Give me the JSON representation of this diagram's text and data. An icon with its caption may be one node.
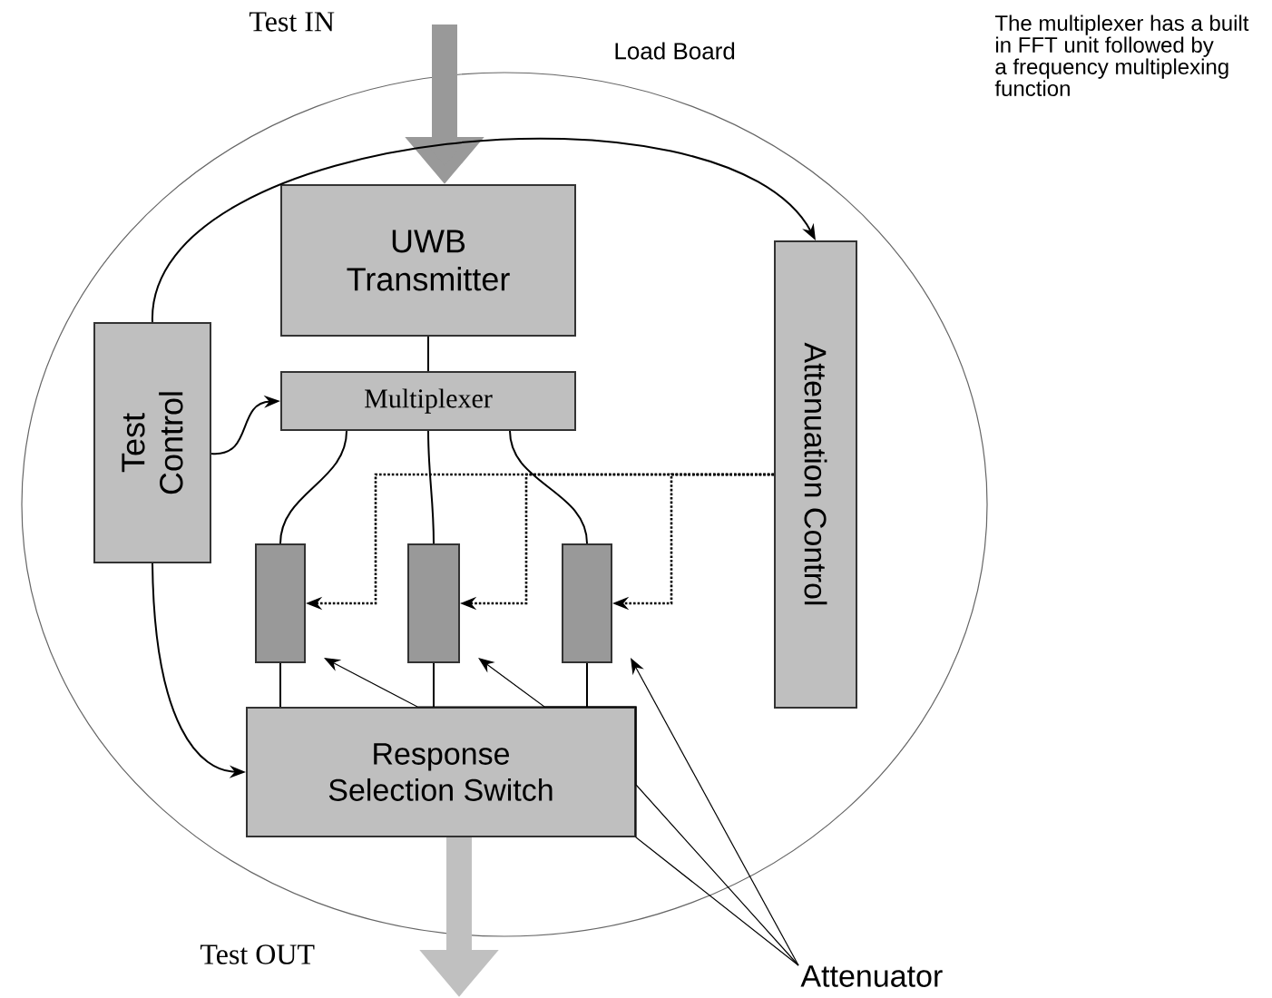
{
  "diagram": {
    "nodes": [
      {
        "text": [
          "Load Board"
        ]
      },
      {
        "text": [
          "UWB Transmitter"
        ],
        "in": 0
      },
      {
        "text": [
          "Test Control"
        ],
        "in": 0
      },
      {
        "text": [
          "Multiplexer"
        ],
        "in": 0
      },
      {
        "text": [
          "Attenuation Control"
        ],
        "in": 0
      },
      {
        "text": [],
        "shape": "box",
        "in": 0
      },
      {
        "text": [],
        "shape": "box",
        "in": 0
      },
      {
        "text": [],
        "shape": "box",
        "in": 0
      },
      {
        "text": [
          "Response Selection Switch"
        ],
        "in": 0
      },
      {
        "text": [
          "Attenuator"
        ]
      }
    ],
    "edges": [
      {
        "from": null,
        "to": 1,
        "arrow": "to",
        "style": "thick",
        "color": "#999999"
      },
      {
        "from": 1,
        "to": 3,
        "arrow": "none"
      },
      {
        "from": 2,
        "to": 4,
        "arrow": "to"
      },
      {
        "from": 2,
        "to": 3,
        "arrow": "to"
      },
      {
        "from": 2,
        "to": 8,
        "arrow": "to"
      },
      {
        "from": 3,
        "to": 5,
        "arrow": "none"
      },
      {
        "from": 3,
        "to": 6,
        "arrow": "none"
      },
      {
        "from": 3,
        "to": 7,
        "arrow": "none"
      },
      {
        "from": 4,
        "to": 5,
        "arrow": "to",
        "style": "dashed"
      },
      {
        "from": 4,
        "to": 6,
        "arrow": "to",
        "style": "dashed"
      },
      {
        "from": 4,
        "to": 7,
        "arrow": "to",
        "style": "dashed"
      },
      {
        "from": 5,
        "to": 8,
        "arrow": "none"
      },
      {
        "from": 6,
        "to": 8,
        "arrow": "none"
      },
      {
        "from": 7,
        "to": 8,
        "arrow": "none"
      },
      {
        "from": 8,
        "to": null,
        "arrow": "to",
        "style": "thick",
        "color": "#c0c0c0"
      },
      {
        "from": 9,
        "to": 5,
        "arrow": "to"
      },
      {
        "from": 9,
        "to": 6,
        "arrow": "to"
      },
      {
        "from": 9,
        "to": 7,
        "arrow": "to"
      }
    ],
    "labels": [
      "Test IN",
      "The multiplexer has a built in FFT unit followed by a frequency multiplexing function",
      "Test OUT"
    ]
  }
}
